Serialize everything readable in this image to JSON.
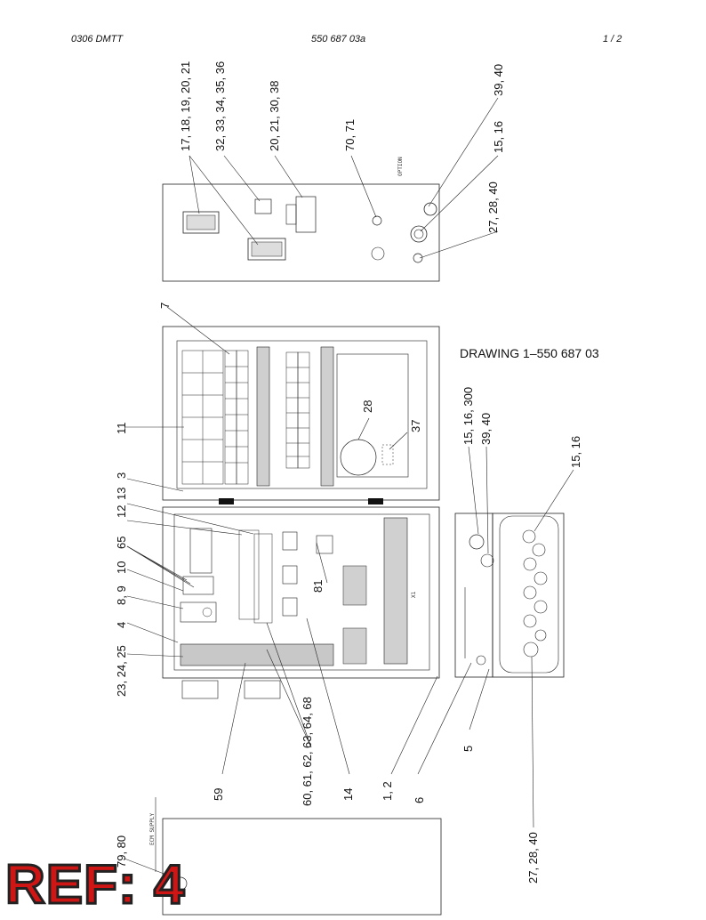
{
  "header": {
    "left": "0306 DMTT",
    "center": "550 687 03a",
    "right": "1 /   2"
  },
  "drawing_title": "DRAWING  1–550 687 03",
  "callouts": [
    "17, 18, 19, 20, 21",
    "32, 33, 34, 35, 36",
    "20, 21, 30, 38",
    "70, 71",
    "39, 40",
    "15, 16",
    "27, 28, 40",
    "7",
    "11",
    "28",
    "37",
    "3",
    "13",
    "12",
    "65",
    "10",
    "8, 9",
    "4",
    "23, 24, 25",
    "81",
    "59",
    "60, 61, 62, 63, 64, 68",
    "14",
    "1, 2",
    "6",
    "5",
    "15, 16, 300",
    "39, 40",
    "15, 16",
    "27, 28, 40",
    "79, 80"
  ],
  "small_labels": {
    "ecm_supply": "ECM SUPPLY",
    "option": "OPTION",
    "x1": "X1"
  },
  "ref_stamp": "REF: 4"
}
